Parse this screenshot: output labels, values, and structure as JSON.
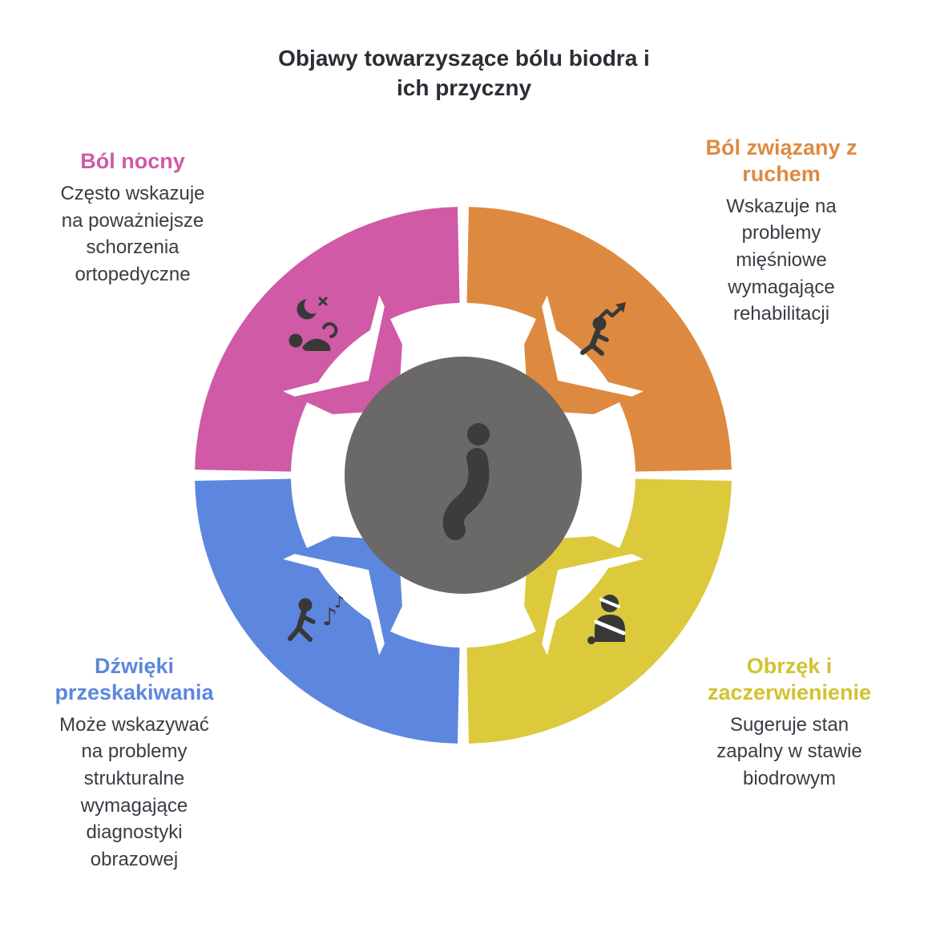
{
  "title": "Objawy towarzyszące bólu biodra i\nich przyczny",
  "colors": {
    "pink": "#d05aa6",
    "orange": "#dd8a40",
    "yellow": "#dcc93c",
    "blue": "#5d87de",
    "center_circle": "#6b6868",
    "icon": "#383838",
    "body_text": "#3b3b45",
    "title_text": "#2c2c34",
    "background": "#ffffff"
  },
  "center": {
    "icon": "person-hip-pain-icon",
    "color": "#6b6868"
  },
  "quadrants": [
    {
      "id": "night-pain",
      "position": "top-left",
      "label": "Ból nocny",
      "description": "Często wskazuje\nna poważniejsze\nschorzenia\nortopedyczne",
      "color": "#d05aa6",
      "icon": "sleeping-person-moon-icon"
    },
    {
      "id": "movement-pain",
      "position": "top-right",
      "label": "Ból związany z\nruchem",
      "description": "Wskazuje na\nproblemy\nmięśniowe\nwymagające\nrehabilitacji",
      "color": "#dd8a40",
      "icon": "exercising-person-arrow-icon"
    },
    {
      "id": "swelling-redness",
      "position": "bottom-right",
      "label": "Obrzęk i\nzaczerwienienie",
      "description": "Sugeruje stan\nzapalny w stawie\nbiodrowym",
      "color": "#dcc93c",
      "icon": "bandaged-person-icon"
    },
    {
      "id": "clicking-sounds",
      "position": "bottom-left",
      "label": "Dźwięki\nprzeskakiwania",
      "description": "Może wskazywać\nna problemy\nstrukturalne\nwymagające\ndiagnostyki\nobrazowej",
      "color": "#5d87de",
      "icon": "walking-person-notes-icon"
    }
  ]
}
